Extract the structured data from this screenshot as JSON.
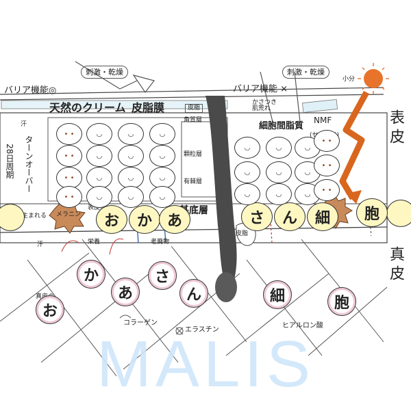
{
  "top": {
    "stimulus_left": "刺激・乾燥",
    "stimulus_right": "刺激・乾燥",
    "barrier_ok": "バリア機能◎",
    "barrier_ng": "バリア機能 ×",
    "natural_cream": "天然のクリーム",
    "sebaceous": "皮脂膜",
    "sebum_tag": "皮脂",
    "kasakasa": "かさつき 肌荒れ",
    "intercellular": "細胞間脂質",
    "ceramide": "(セラミド)",
    "nmf": "NMF",
    "uv": "小分"
  },
  "layers": {
    "horny": "角質層",
    "granular": "顆粒層",
    "spinous": "有棘層",
    "basal": "基底層"
  },
  "left_notes": {
    "sweat": "汗",
    "turnover": "ターンオーバー",
    "cycle": "28日周期",
    "born": "生まれる",
    "melanin": "メラニン",
    "epidermis_mother": "表皮の",
    "nutrition": "栄養",
    "waste": "老廃物",
    "sweat2": "汗",
    "dermis_mother": "真皮の",
    "skin_tag": "皮脂"
  },
  "epidermis_cells": [
    "お",
    "か",
    "あ",
    "さ",
    "ん",
    "細",
    "胞"
  ],
  "dermis_cells": [
    "お",
    "か",
    "あ",
    "さ",
    "ん",
    "細",
    "胞"
  ],
  "fibers": {
    "collagen": "コラーゲン",
    "elastin": "エラスチン",
    "hyaluronic": "ヒアルロン酸"
  },
  "side": {
    "epidermis": "表皮",
    "dermis": "真皮"
  },
  "watermark": "MALIS",
  "colors": {
    "cell_fill": "#fff7c2",
    "melanin": "#c98a5a",
    "sun": "#e8732a",
    "uv_ray": "#d9661f",
    "blood": "#c0392b",
    "nerve": "#1f4fa0",
    "hair": "#3a3a3a",
    "watermark": "#cfe6fa",
    "tile": "#dff0f7"
  }
}
